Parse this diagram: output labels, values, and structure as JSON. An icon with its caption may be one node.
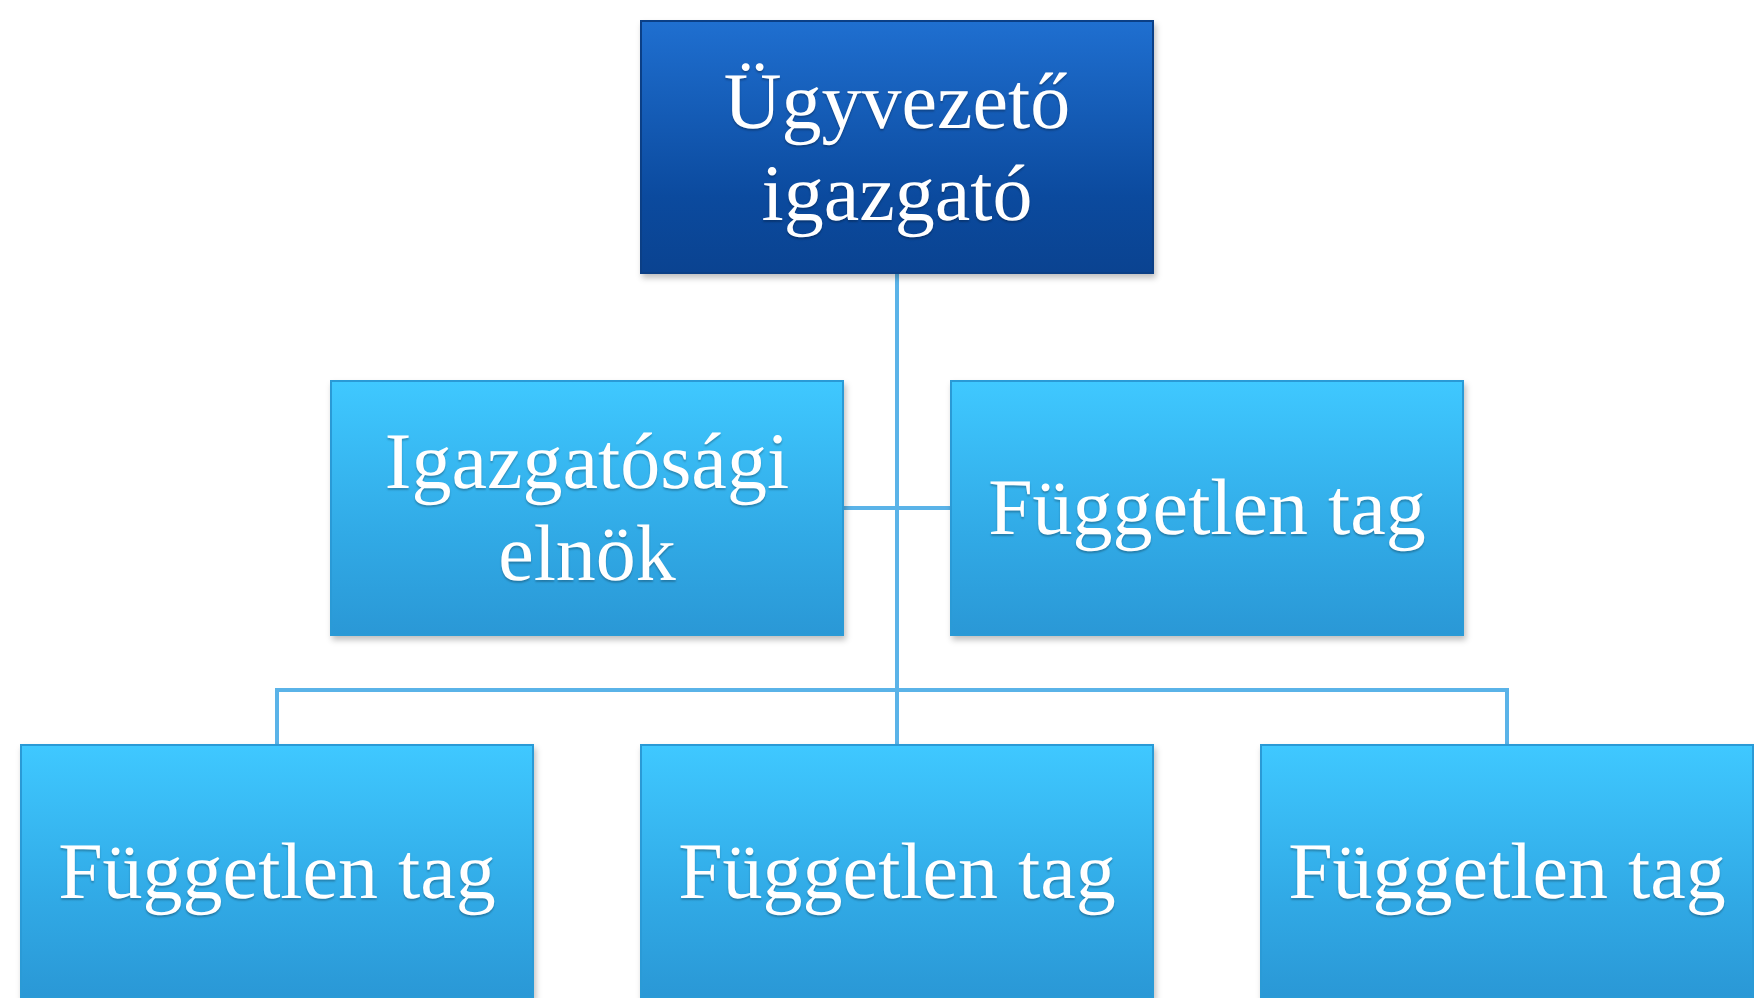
{
  "diagram": {
    "nodes": [
      {
        "text": [
          "Ügyvezető igazgató"
        ]
      },
      {
        "text": [
          "Igazgatósági elnök"
        ]
      },
      {
        "text": [
          "Független tag"
        ]
      },
      {
        "text": [
          "Független tag"
        ]
      },
      {
        "text": [
          "Független tag"
        ]
      },
      {
        "text": [
          "Független tag"
        ]
      }
    ],
    "edges": [
      {
        "from": 0,
        "to": 1,
        "arrow": "none"
      },
      {
        "from": 0,
        "to": 2,
        "arrow": "none"
      },
      {
        "from": 0,
        "to": 3,
        "arrow": "none"
      },
      {
        "from": 0,
        "to": 4,
        "arrow": "none"
      },
      {
        "from": 0,
        "to": 5,
        "arrow": "none"
      }
    ]
  }
}
